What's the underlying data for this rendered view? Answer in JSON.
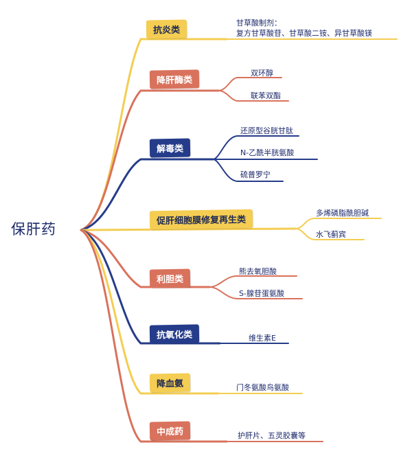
{
  "root": "保肝药",
  "categories": [
    {
      "label": "抗炎类",
      "color": "yellow",
      "items": [
        "甘草酸制剂：",
        "复方甘草酸苷、甘草酸二铵、异甘草酸镁"
      ]
    },
    {
      "label": "降肝酶类",
      "color": "red",
      "items": [
        "双环醇",
        "联苯双酯"
      ]
    },
    {
      "label": "解毒类",
      "color": "blue",
      "items": [
        "还原型谷胱甘肽",
        "N-乙酰半胱氨酸",
        "硫普罗宁"
      ]
    },
    {
      "label": "促肝细胞膜修复再生类",
      "color": "yellow",
      "items": [
        "多烯磷脂酰胆碱",
        "水飞蓟宾"
      ]
    },
    {
      "label": "利胆类",
      "color": "red",
      "items": [
        "熊去氧胆酸",
        "S-腺苷蛋氨酸"
      ]
    },
    {
      "label": "抗氧化类",
      "color": "blue",
      "items": [
        "维生素E"
      ]
    },
    {
      "label": "降血氨",
      "color": "yellow",
      "items": [
        "门冬氨酸鸟氨酸"
      ]
    },
    {
      "label": "中成药",
      "color": "red",
      "items": [
        "护肝片、五灵胶囊等"
      ]
    }
  ],
  "colors": {
    "yellow": "#f4cd52",
    "red": "#d9725c",
    "blue": "#253c8a",
    "text": "#1d2a6b"
  }
}
